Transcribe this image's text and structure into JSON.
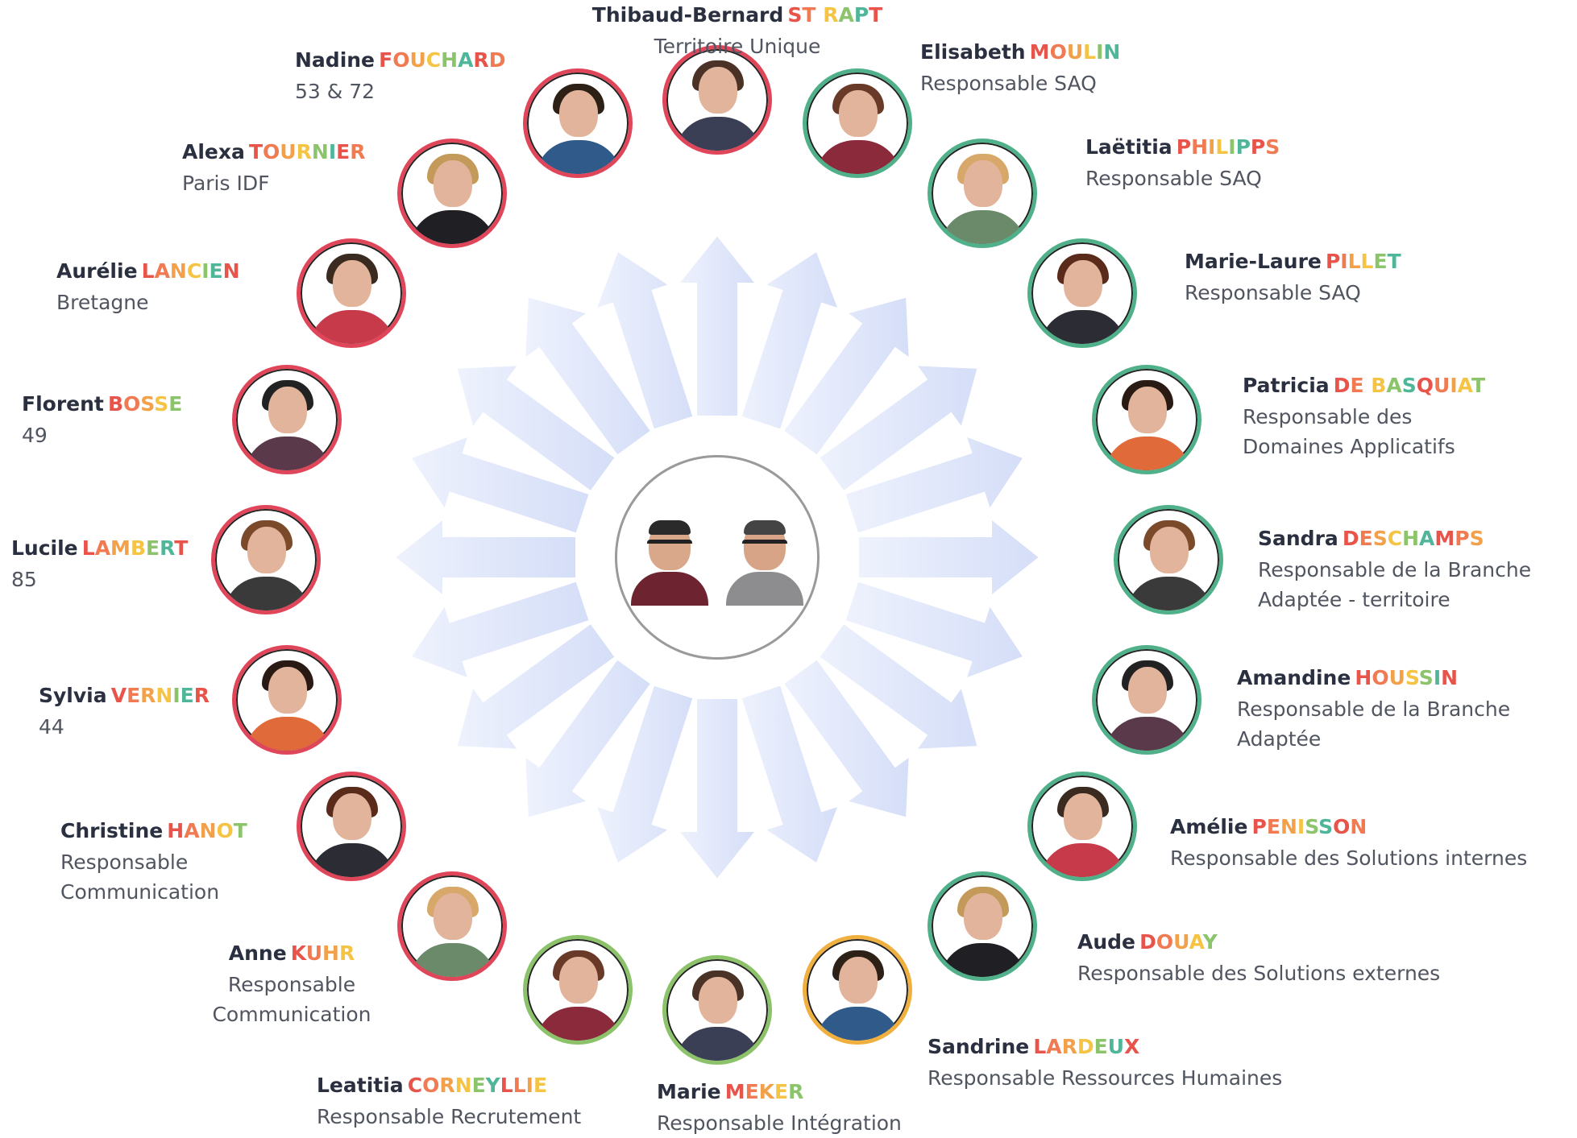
{
  "colors": {
    "ring_red": "#e0465a",
    "ring_green": "#4fb08a",
    "ring_lightgreen": "#8cc26a",
    "ring_orange": "#f0b040",
    "arrow_fill": "#dfe6fb",
    "lastname_palette": [
      "#e8534a",
      "#f07a52",
      "#f2a04a",
      "#f5c445",
      "#8cc46c",
      "#4fb69a"
    ]
  },
  "center": {
    "label": "",
    "photo_icons": [
      "man-glasses-red-sweater",
      "man-glasses-gray-jacket"
    ]
  },
  "people": [
    {
      "first": "Thibaud-Bernard",
      "last": "ST RAPT",
      "role_lines": [
        "Territoire Unique"
      ],
      "ring": "red"
    },
    {
      "first": "Nadine",
      "last": "FOUCHARD",
      "role_lines": [
        "53 & 72"
      ],
      "ring": "red"
    },
    {
      "first": "Alexa",
      "last": "TOURNIER",
      "role_lines": [
        "Paris IDF"
      ],
      "ring": "red"
    },
    {
      "first": "Aurélie",
      "last": "LANCIEN",
      "role_lines": [
        "Bretagne"
      ],
      "ring": "red"
    },
    {
      "first": "Florent",
      "last": "BOSSE",
      "role_lines": [
        "49"
      ],
      "ring": "red"
    },
    {
      "first": "Lucile",
      "last": "LAMBERT",
      "role_lines": [
        "85"
      ],
      "ring": "red"
    },
    {
      "first": "Sylvia",
      "last": "VERNIER",
      "role_lines": [
        "44"
      ],
      "ring": "red"
    },
    {
      "first": "Christine",
      "last": "HANOT",
      "role_lines": [
        "Responsable",
        "Communication"
      ],
      "ring": "red"
    },
    {
      "first": "Anne",
      "last": "KUHR",
      "role_lines": [
        "Responsable",
        "Communication"
      ],
      "ring": "red"
    },
    {
      "first": "Leatitia",
      "last": "CORNEYLLIE",
      "role_lines": [
        "Responsable Recrutement"
      ],
      "ring": "lightgreen"
    },
    {
      "first": "Marie",
      "last": "MEKER",
      "role_lines": [
        "Responsable Intégration"
      ],
      "ring": "lightgreen"
    },
    {
      "first": "Sandrine",
      "last": "LARDEUX",
      "role_lines": [
        "Responsable Ressources Humaines"
      ],
      "ring": "orange"
    },
    {
      "first": "Aude",
      "last": "DOUAY",
      "role_lines": [
        "Responsable des Solutions externes"
      ],
      "ring": "green"
    },
    {
      "first": "Amélie",
      "last": "PENISSON",
      "role_lines": [
        "Responsable des Solutions internes"
      ],
      "ring": "green"
    },
    {
      "first": "Amandine",
      "last": "HOUSSIN",
      "role_lines": [
        "Responsable de la Branche",
        "Adaptée"
      ],
      "ring": "green"
    },
    {
      "first": "Sandra",
      "last": "DESCHAMPS",
      "role_lines": [
        "Responsable de la Branche",
        "Adaptée - territoire"
      ],
      "ring": "green"
    },
    {
      "first": "Patricia",
      "last": "DE BASQUIAT",
      "role_lines": [
        "Responsable des",
        "Domaines Applicatifs"
      ],
      "ring": "green"
    },
    {
      "first": "Marie-Laure",
      "last": "PILLET",
      "role_lines": [
        "Responsable SAQ"
      ],
      "ring": "green"
    },
    {
      "first": "Laëtitia",
      "last": "PHILIPPS",
      "role_lines": [
        "Responsable SAQ"
      ],
      "ring": "green"
    },
    {
      "first": "Elisabeth",
      "last": "MOULIN",
      "role_lines": [
        "Responsable SAQ"
      ],
      "ring": "green"
    }
  ]
}
